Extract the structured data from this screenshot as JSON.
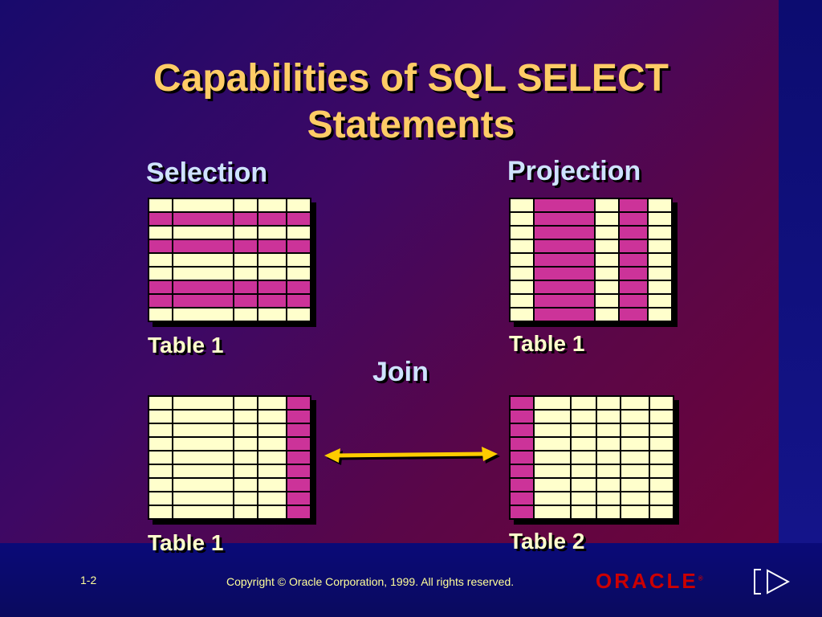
{
  "slide": {
    "title_line1": "Capabilities of SQL SELECT",
    "title_line2": "Statements",
    "selection_heading": "Selection",
    "projection_heading": "Projection",
    "join_heading": "Join",
    "tables": {
      "selection": {
        "label": "Table 1",
        "rows": 9,
        "cols": 5,
        "highlight_rows": [
          1,
          3,
          6,
          7
        ]
      },
      "projection": {
        "label": "Table 1",
        "rows": 9,
        "cols": 5,
        "highlight_cols": [
          1,
          3
        ]
      },
      "join_left": {
        "label": "Table 1",
        "rows": 9,
        "cols": 5,
        "highlight_cols": [
          4
        ]
      },
      "join_right": {
        "label": "Table 2",
        "rows": 9,
        "cols": 6,
        "highlight_cols": [
          0
        ]
      }
    }
  },
  "footer": {
    "page_number": "1-2",
    "copyright": "Copyright © Oracle Corporation, 1999. All rights reserved.",
    "logo_text": "ORACLE",
    "logo_mark": "®"
  },
  "colors": {
    "cell": "#ffffcc",
    "highlight": "#cc3399",
    "title": "#ffcc66",
    "heading": "#cfe3ff",
    "arrow": "#ffcc00"
  },
  "icons": [
    "double-arrow-icon",
    "nav-bar-icon",
    "nav-next-icon"
  ]
}
